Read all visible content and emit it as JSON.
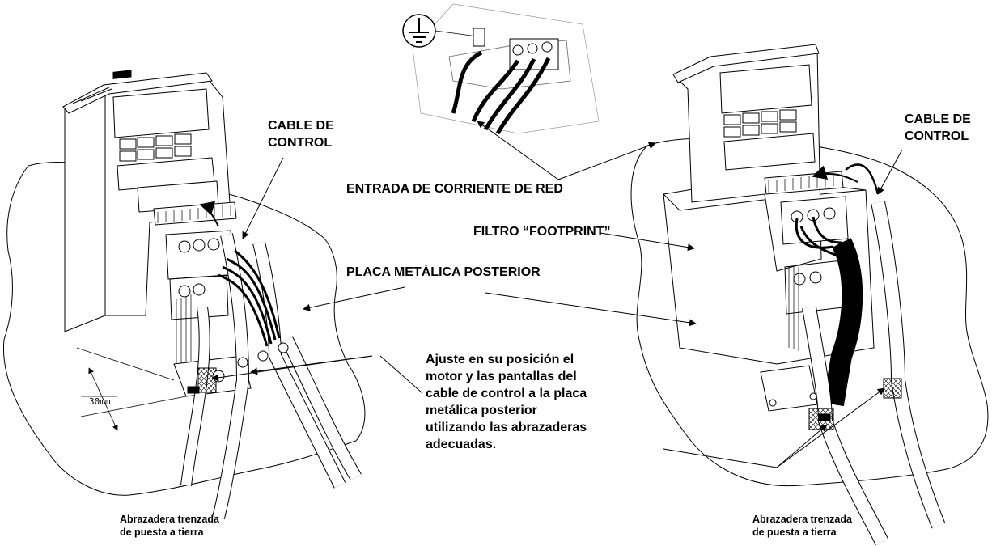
{
  "labels": {
    "control_cable_left": [
      "CABLE DE",
      "CONTROL"
    ],
    "control_cable_right": [
      "CABLE DE",
      "CONTROL"
    ],
    "mains_input": "ENTRADA DE CORRIENTE DE RED",
    "footprint_filter": "FILTRO “FOOTPRINT”",
    "back_plate": "PLACA METÁLICA POSTERIOR",
    "instruction": [
      "Ajuste en su posición el",
      "motor y las pantallas del",
      "cable de control a la placa",
      "metálica posterior",
      "utilizando las abrazaderas",
      "adecuadas."
    ],
    "clamp_left": [
      "Abrazadera trenzada",
      "de puesta a tierra"
    ],
    "clamp_right": [
      "Abrazadera trenzada",
      "de puesta a tierra"
    ],
    "dimension": "30mm"
  },
  "icons": {
    "ground": "earth-ground-icon"
  }
}
